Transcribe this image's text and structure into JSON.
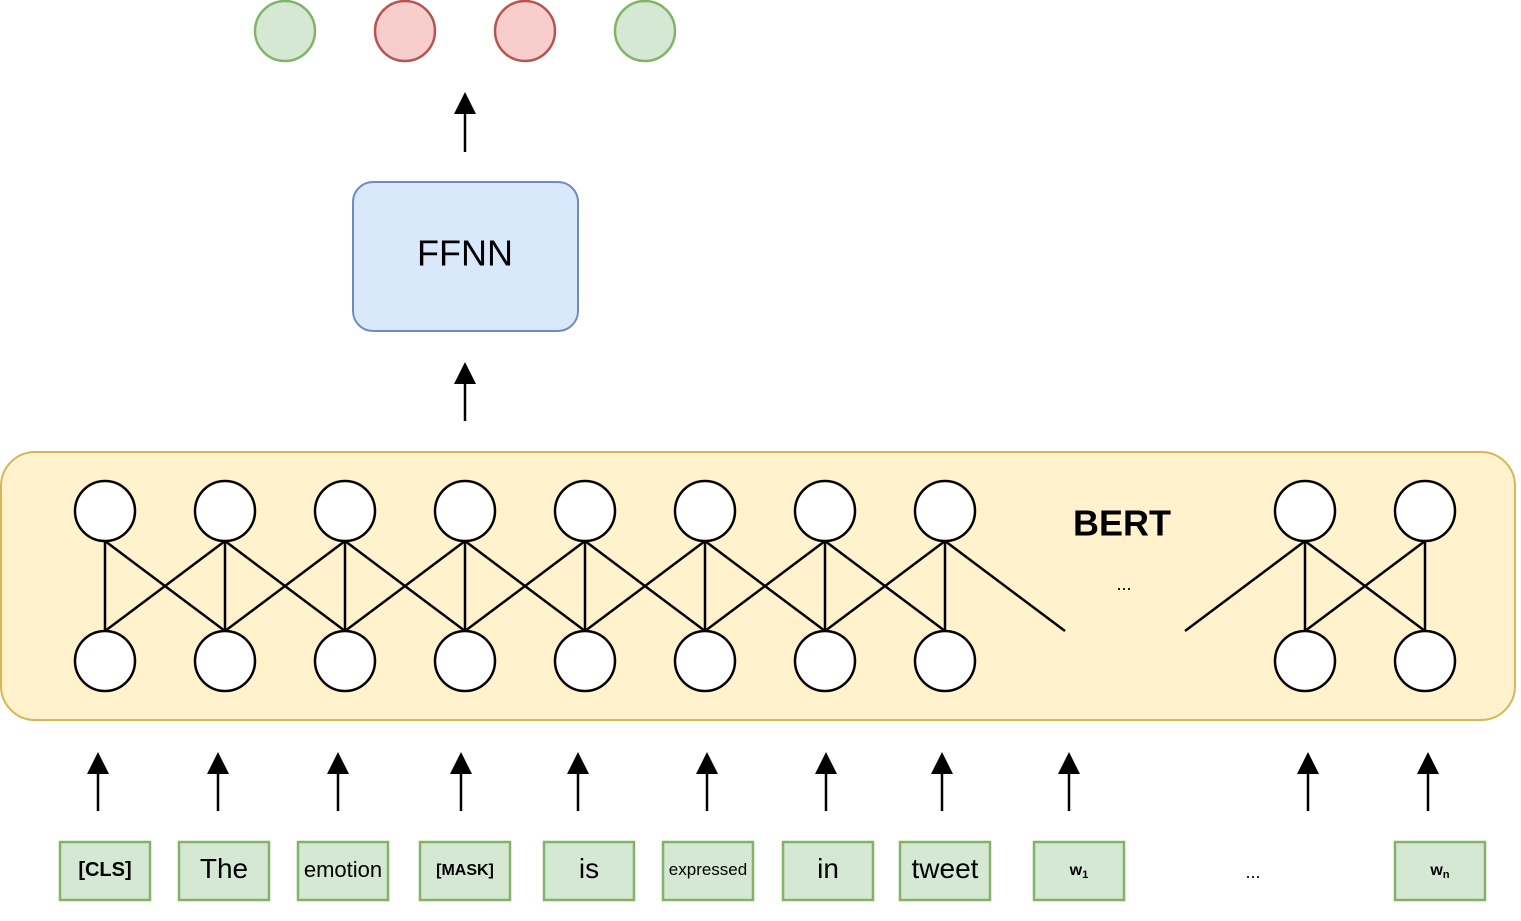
{
  "ffnn": {
    "label": "FFNN"
  },
  "bert": {
    "label": "BERT",
    "ellipsis": "..."
  },
  "outputs": [
    {
      "color": "green"
    },
    {
      "color": "red"
    },
    {
      "color": "red"
    },
    {
      "color": "green"
    }
  ],
  "tokens": [
    {
      "text": "[CLS]",
      "bold": true
    },
    {
      "text": "The",
      "bold": false
    },
    {
      "text": "emotion",
      "bold": false
    },
    {
      "text": "[MASK]",
      "bold": true
    },
    {
      "text": "is",
      "bold": false
    },
    {
      "text": "expressed",
      "bold": false
    },
    {
      "text": "in",
      "bold": false
    },
    {
      "text": "tweet",
      "bold": false
    },
    {
      "text": "w",
      "sub": "1",
      "bold": true
    },
    {
      "text": "w",
      "sub": "n",
      "bold": true
    }
  ],
  "token_ellipsis": "...",
  "colors": {
    "green_fill": "#d5e8d4",
    "green_stroke": "#82b366",
    "red_fill": "#f8cecc",
    "red_stroke": "#b85450",
    "blue_fill": "#dae8fc",
    "blue_stroke": "#6c8ebf",
    "yellow_fill": "#fff2cc",
    "yellow_stroke": "#d6b656"
  }
}
